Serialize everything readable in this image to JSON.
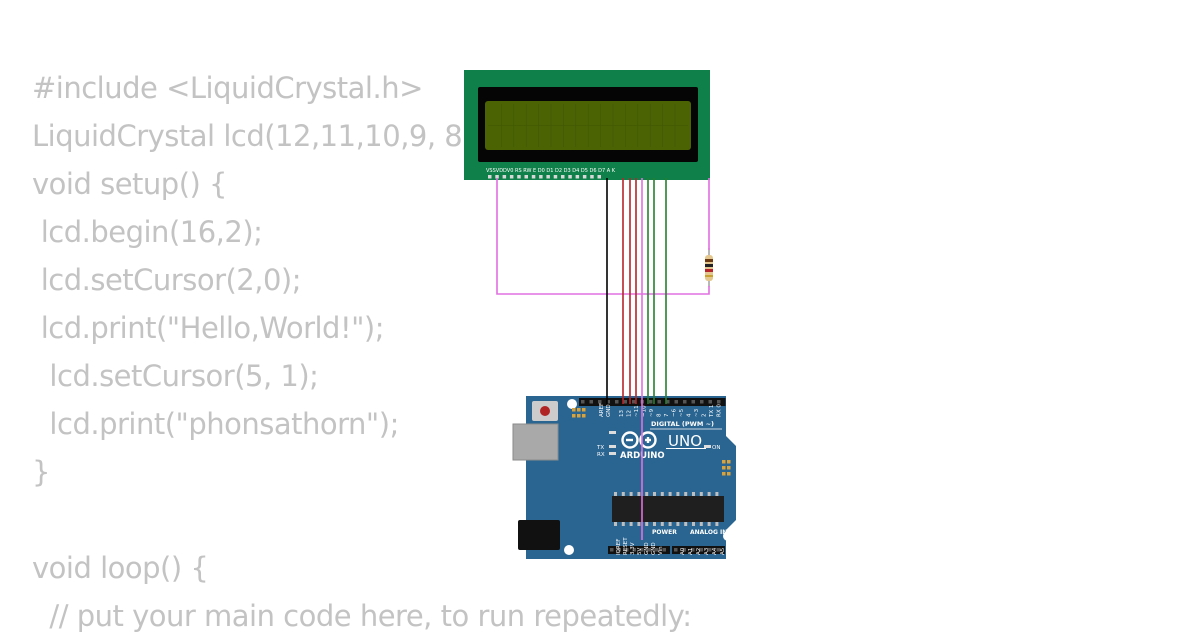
{
  "code": {
    "lines": [
      "#include <LiquidCrystal.h>",
      "LiquidCrystal lcd(12,11,10,9, 8",
      "void setup() {",
      " lcd.begin(16,2);",
      " lcd.setCursor(2,0);",
      " lcd.print(\"Hello,World!\");",
      "  lcd.setCursor(5, 1);",
      "  lcd.print(\"phonsathorn\");",
      "}",
      "",
      "void loop() {",
      "  // put your main code here, to run repeatedly:"
    ]
  },
  "lcd": {
    "pin_labels": "VSSVDDV0 RS RW E  D0 D1 D2 D3 D4 D5 D6 D7 A  K"
  },
  "arduino": {
    "brand": "ARDUINO",
    "model": "UNO",
    "digital_header": "DIGITAL (PWM ~)",
    "power_header": "POWER",
    "analog_header": "ANALOG IN",
    "on_label": "ON",
    "tx_label": "TX",
    "rx_label": "RX",
    "aref_label": "AREF",
    "gnd_label": "GND",
    "digital_pins": [
      "13",
      "12",
      "~11",
      "~10",
      "~9",
      "8",
      "7",
      "~6",
      "~5",
      "4",
      "~3",
      "2",
      "TX 1",
      "RX 0"
    ],
    "power_pins": [
      "IOREF",
      "RESET",
      "3.3V",
      "5V",
      "GND",
      "GND",
      "Vin"
    ],
    "analog_pins": [
      "A0",
      "A1",
      "A2",
      "A3",
      "A4",
      "A5"
    ]
  },
  "colors": {
    "code_text": "#c3c3c3",
    "lcd_board": "#0f8049",
    "lcd_screen": "#4c6304",
    "arduino_board": "#2a6591",
    "wire_pink": "#e070e0",
    "wire_black": "#000000",
    "wire_red": "#b5252a",
    "wire_green": "#23802b"
  }
}
